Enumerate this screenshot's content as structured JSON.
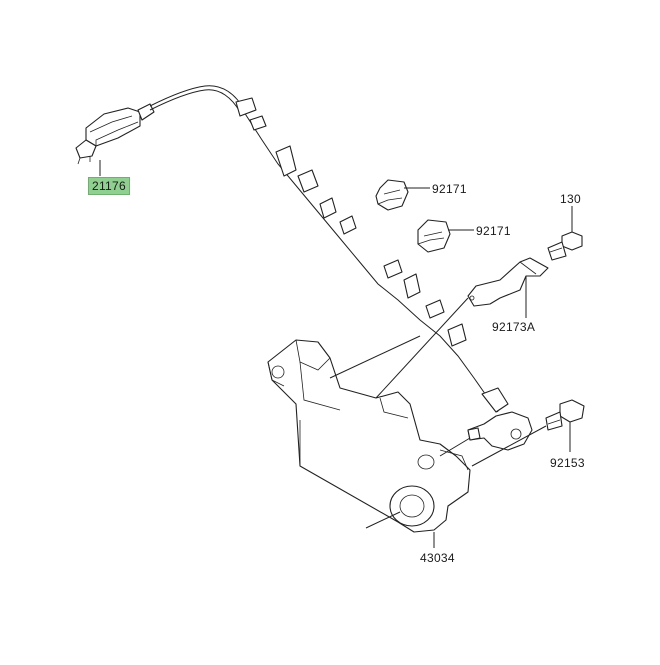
{
  "labels": {
    "sensor": "21176",
    "clip_upper": "92171",
    "clip_lower": "92171",
    "bolt_top": "130",
    "bracket": "92173A",
    "bolt_sensor": "92153",
    "caliper_bracket": "43034"
  },
  "colors": {
    "highlight": "#8fcf8f",
    "line": "#222222"
  }
}
